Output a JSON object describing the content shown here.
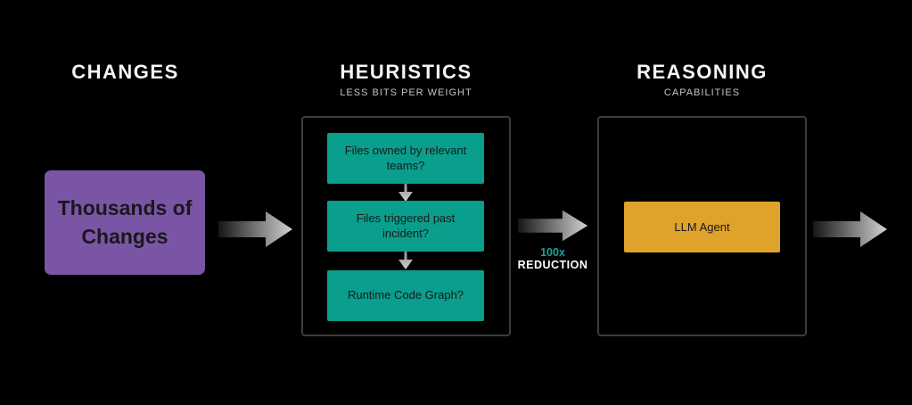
{
  "stages": {
    "changes": {
      "title": "CHANGES",
      "box_label": "Thousands of Changes"
    },
    "heuristics": {
      "title": "HEURISTICS",
      "subtitle": "LESS BITS PER WEIGHT",
      "steps": [
        "Files owned by relevant teams?",
        "Files triggered past incident?",
        "Runtime Code Graph?"
      ]
    },
    "reasoning": {
      "title": "REASONING",
      "subtitle": "CAPABILITIES",
      "box_label": "LLM Agent"
    }
  },
  "reduction": {
    "highlight": "100x",
    "label": "REDUCTION"
  },
  "icons": {
    "flow_arrow_icon": "right-pointing gradient arrow",
    "down_arrow_icon": "down-pointing gradient arrow"
  },
  "colors": {
    "background": "#000000",
    "heading": "#F5F5F5",
    "subtitle": "#C3C3C3",
    "purple": "#7A55A5",
    "teal": "#0A9E8C",
    "orange": "#DFA22B",
    "box_text": "#19181B",
    "container_border": "#3D3D3D",
    "arrow_dark": "#161616",
    "arrow_light": "#D2D2D2",
    "down_arrow_dark": "#8F8F8F",
    "down_arrow_light": "#D0D0D0",
    "reduction_highlight": "#14A392",
    "reduction_label": "#FFFFFF"
  }
}
